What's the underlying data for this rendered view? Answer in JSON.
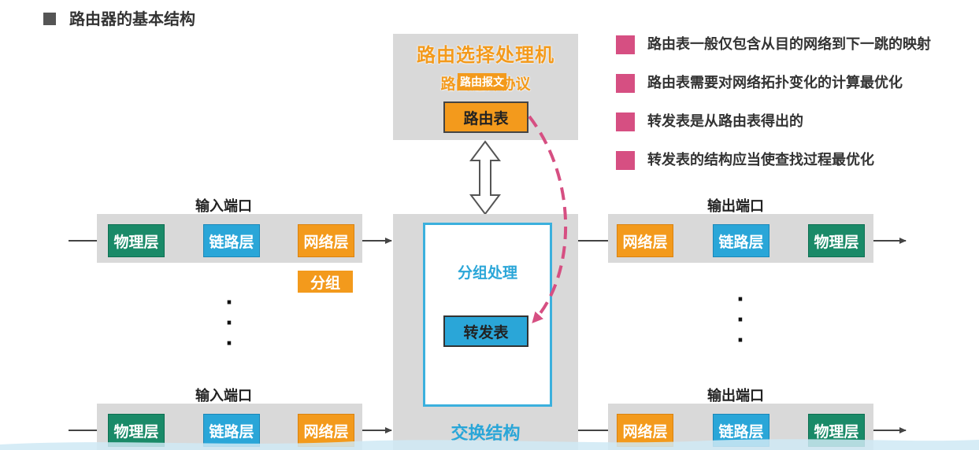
{
  "header": {
    "title": "路由器的基本结构"
  },
  "routing_processor": {
    "title": "路由选择处理机",
    "protocol_label": "路由选择协议",
    "packet_label": "路由报文",
    "routing_table": "路由表"
  },
  "switch_fabric": {
    "label": "交换结构",
    "processing_label": "分组处理",
    "forwarding_table": "转发表"
  },
  "input_ports": {
    "label": "输入端口",
    "layers": [
      "物理层",
      "链路层",
      "网络层"
    ],
    "packet_label": "分组"
  },
  "output_ports": {
    "label": "输出端口",
    "layers": [
      "网络层",
      "链路层",
      "物理层"
    ]
  },
  "notes": [
    "路由表一般仅包含从目的网络到下一跳的映射",
    "路由表需要对网络拓扑变化的计算最优化",
    "转发表是从路由表得出的",
    "转发表的结构应当使查找过程最优化"
  ],
  "colors": {
    "physical_layer": "#1a8a68",
    "link_layer": "#2aa6d8",
    "network_layer": "#f39a1c",
    "note_marker": "#d64f82",
    "panel": "#d9d9d9"
  }
}
